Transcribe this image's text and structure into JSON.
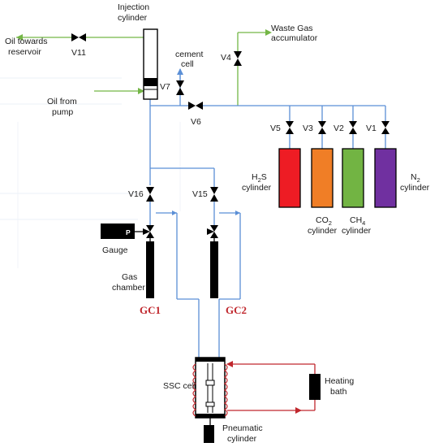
{
  "labels": {
    "injection_line1": "Injection",
    "injection_line2": "cylinder",
    "oil_reservoir_line1": "Oil towards",
    "oil_reservoir_line2": "reservoir",
    "oil_pump_line1": "Oil from",
    "oil_pump_line2": "pump",
    "cement_line1": "cement",
    "cement_line2": "cell",
    "waste_line1": "Waste Gas",
    "waste_line2": "accumulator",
    "v11": "V11",
    "v7": "V7",
    "v4": "V4",
    "v6": "V6",
    "v5": "V5",
    "v3": "V3",
    "v2": "V2",
    "v1": "V1",
    "v16": "V16",
    "v15": "V15",
    "h2s_line1": "H",
    "h2s_sub": "2",
    "h2s_tail": "S",
    "h2s_line2": "cylinder",
    "n2_line1": "N",
    "n2_sub": "2",
    "n2_line2": "cylinder",
    "co2_line1": "CO",
    "co2_sub": "2",
    "co2_line2": "cylinder",
    "ch4_line1": "CH",
    "ch4_sub": "4",
    "ch4_line2": "cylinder",
    "gauge": "Gauge",
    "gauge_p": "P",
    "gas_chamber_line1": "Gas",
    "gas_chamber_line2": "chamber",
    "gc1": "GC1",
    "gc2": "GC2",
    "ssc_cell": "SSC cell",
    "heating_line1": "Heating",
    "heating_line2": "bath",
    "pneumatic_line1": "Pneumatic",
    "pneumatic_line2": "cylinder"
  },
  "colors": {
    "pipe_blue": "#5b8fd6",
    "pipe_green": "#74b646",
    "pipe_red": "#c0272d",
    "h2s": "#ee1c24",
    "co2": "#f07e26",
    "ch4": "#72b443",
    "n2": "#7030a0",
    "black": "#000000"
  }
}
